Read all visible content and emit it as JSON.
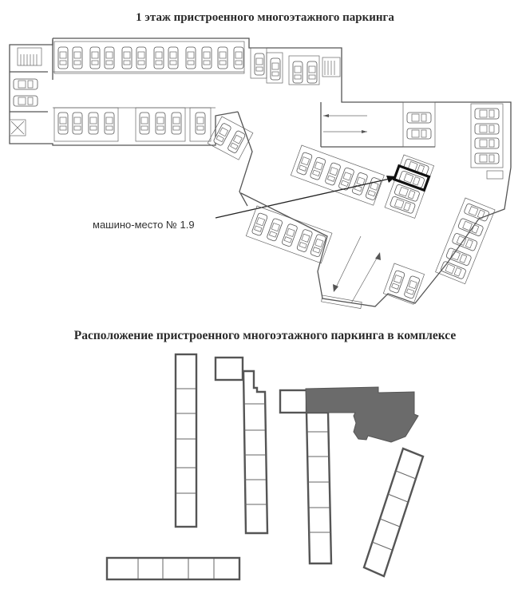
{
  "floor_plan": {
    "title": "1 этаж пристроенного многоэтажного паркинга",
    "callout_label": "машино-место № 1.9",
    "highlighted_space": "1.9",
    "highlight_color": "#111111"
  },
  "site_plan": {
    "title": "Расположение пристроенного многоэтажного паркинга в комплексе",
    "parking_fill_color": "#6b6b6b",
    "building_outline_color": "#555555"
  }
}
